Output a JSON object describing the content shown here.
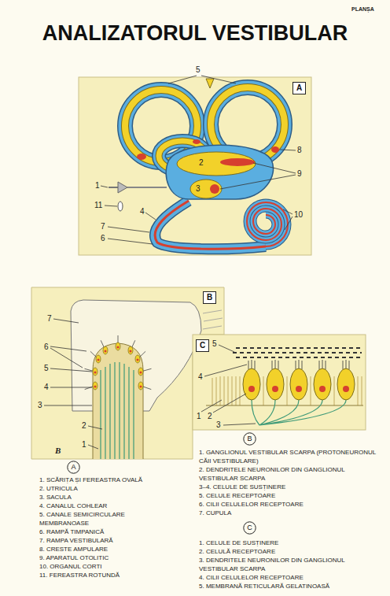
{
  "diagram": {
    "title": "ANALIZATORUL VESTIBULAR",
    "nodes": [
      {
        "text": [
          "A"
        ]
      },
      {
        "text": [
          "B"
        ]
      },
      {
        "text": [
          "C"
        ]
      },
      {
        "text": [
          "A"
        ]
      },
      {
        "text": [
          "B"
        ]
      },
      {
        "text": [
          "C"
        ]
      }
    ],
    "labels": [
      "PLANȘA",
      "5",
      "8",
      "2",
      "9",
      "3",
      "10",
      "11",
      "1",
      "4",
      "7",
      "6",
      "7",
      "6",
      "5",
      "4",
      "3",
      "2",
      "1",
      "B",
      "5",
      "4",
      "1",
      "2",
      "3",
      "1. SCĂRIȚA ȘI FEREASTRA OVALĂ",
      "2. UTRICULA",
      "3. SACULA",
      "4. CANALUL COHLEAR",
      "5. CANALE SEMICIRCULARE MEMBRANOASE",
      "6. RAMPĂ TIMPANICĂ",
      "7. RAMPA VESTIBULARĂ",
      "8. CRESTE AMPULARE",
      "9. APARATUL OTOLITIC",
      "10. ORGANUL CORTI",
      "11. FEREASTRA ROTUNDĂ",
      "1. GANGLIONUL VESTIBULAR SCARPA (PROTONEURONUL CĂII VESTIBULARE)",
      "2. DENDRITELE NEURONILOR DIN GANGLIONUL VESTIBULAR SCARPA",
      "3–4. CELULE DE SUSȚINERE",
      "5. CELULE RECEPTOARE",
      "6. CILII CELULELOR RECEPTOARE",
      "7. CUPULA",
      "1. CELULE DE SUSȚINERE",
      "2. CELULĂ RECEPTOARE",
      "3. DENDRITELE NEURONILOR DIN GANGLIONUL VESTIBULAR SCARPA",
      "4. CILII CELULELOR RECEPTOARE",
      "5. MEMBRANĂ RETICULARĂ GELATINOASĂ"
    ]
  }
}
